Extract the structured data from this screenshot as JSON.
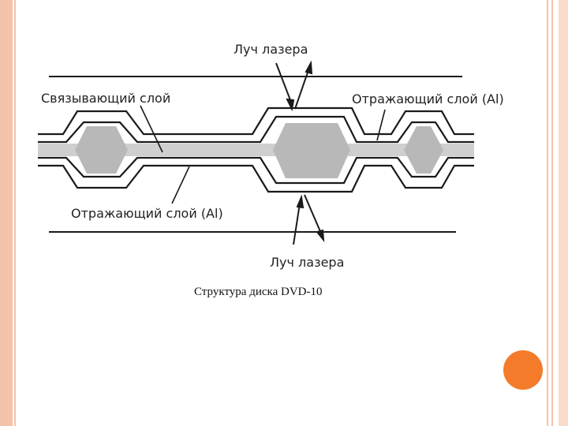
{
  "colors": {
    "frame": "#F4C2A8",
    "frame_inner": "#F9DCCB",
    "accent": "#F47B2A",
    "line": "#1a1a1a",
    "pit_fill": "#b8b8b8"
  },
  "diagram": {
    "labels": {
      "laser_top": "Луч лазера",
      "bonding_layer": "Связывающий слой",
      "reflective_top": "Отражающий слой (Al)",
      "reflective_bottom": "Отражающий слой (Al)",
      "laser_bottom": "Луч лазера"
    }
  },
  "caption": "Структура диска DVD-10"
}
